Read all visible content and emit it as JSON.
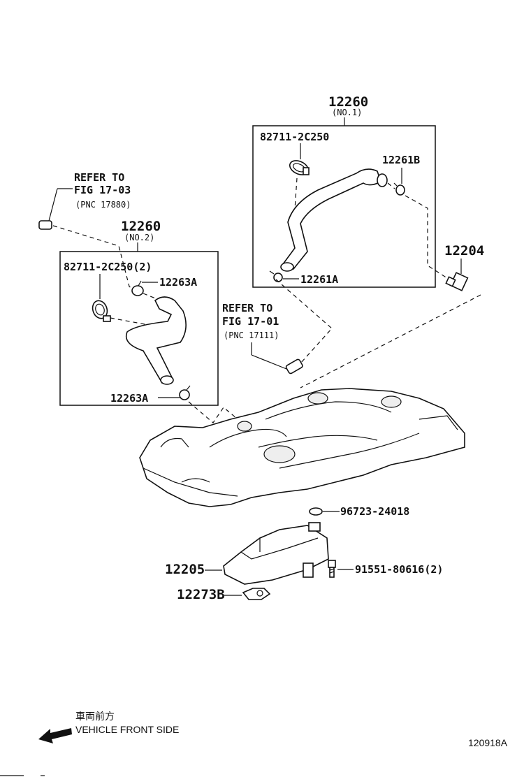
{
  "top_assembly": {
    "number": "12260",
    "sub": "(NO.1)",
    "clamp_part": "82711-2C250",
    "right_clip": "12261B",
    "left_clip": "12261A"
  },
  "left_assembly": {
    "number": "12260",
    "sub": "(NO.2)",
    "clamp_part": "82711-2C250(2)",
    "top_clip": "12263A",
    "bottom_clip": "12263A"
  },
  "refer_top": {
    "line1": "REFER TO",
    "line2": "FIG 17-03",
    "line3": "(PNC 17880)"
  },
  "refer_mid": {
    "line1": "REFER TO",
    "line2": "FIG 17-01",
    "line3": "(PNC 17111)"
  },
  "valve_part": "12204",
  "oring_part": "96723-24018",
  "separator_part": "12205",
  "bolt_part": "91551-80616(2)",
  "clip_part": "12273B",
  "footer": {
    "japanese": "車両前方",
    "direction": "VEHICLE FRONT SIDE",
    "figure_id": "120918A"
  }
}
